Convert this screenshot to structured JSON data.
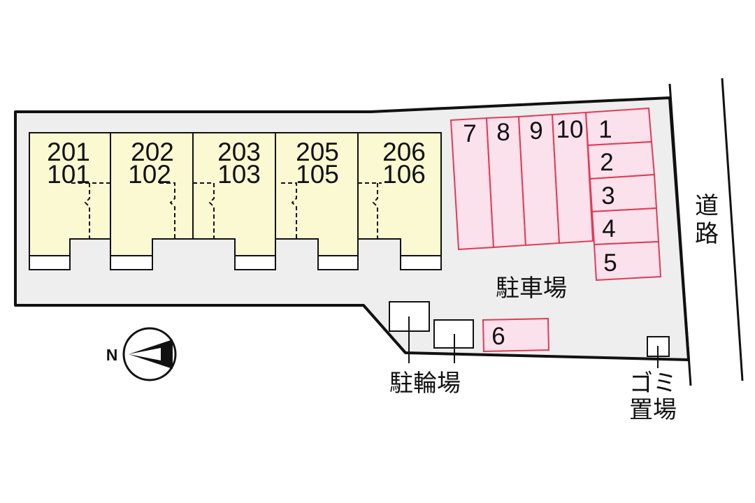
{
  "colors": {
    "lot_fill": "#eeeeef",
    "unit_fill": "#fbf9d2",
    "parking_fill": "#fbe1ec",
    "parking_stroke": "#e23a57",
    "line": "#111111"
  },
  "units": [
    {
      "upper": "201",
      "lower": "101"
    },
    {
      "upper": "202",
      "lower": "102"
    },
    {
      "upper": "203",
      "lower": "103"
    },
    {
      "upper": "205",
      "lower": "105"
    },
    {
      "upper": "206",
      "lower": "106"
    }
  ],
  "parking": {
    "vertical_slots": [
      "7",
      "8",
      "9",
      "10"
    ],
    "horizontal_slots": [
      "1",
      "2",
      "3",
      "4",
      "5"
    ],
    "extra_slot": "6"
  },
  "labels": {
    "parking_lot": "駐車場",
    "bicycle_parking": "駐輪場",
    "garbage_line1": "ゴミ",
    "garbage_line2": "置場",
    "road_line1": "道",
    "road_line2": "路",
    "compass_north": "N"
  },
  "icons": {
    "compass": "north-arrow-icon"
  }
}
